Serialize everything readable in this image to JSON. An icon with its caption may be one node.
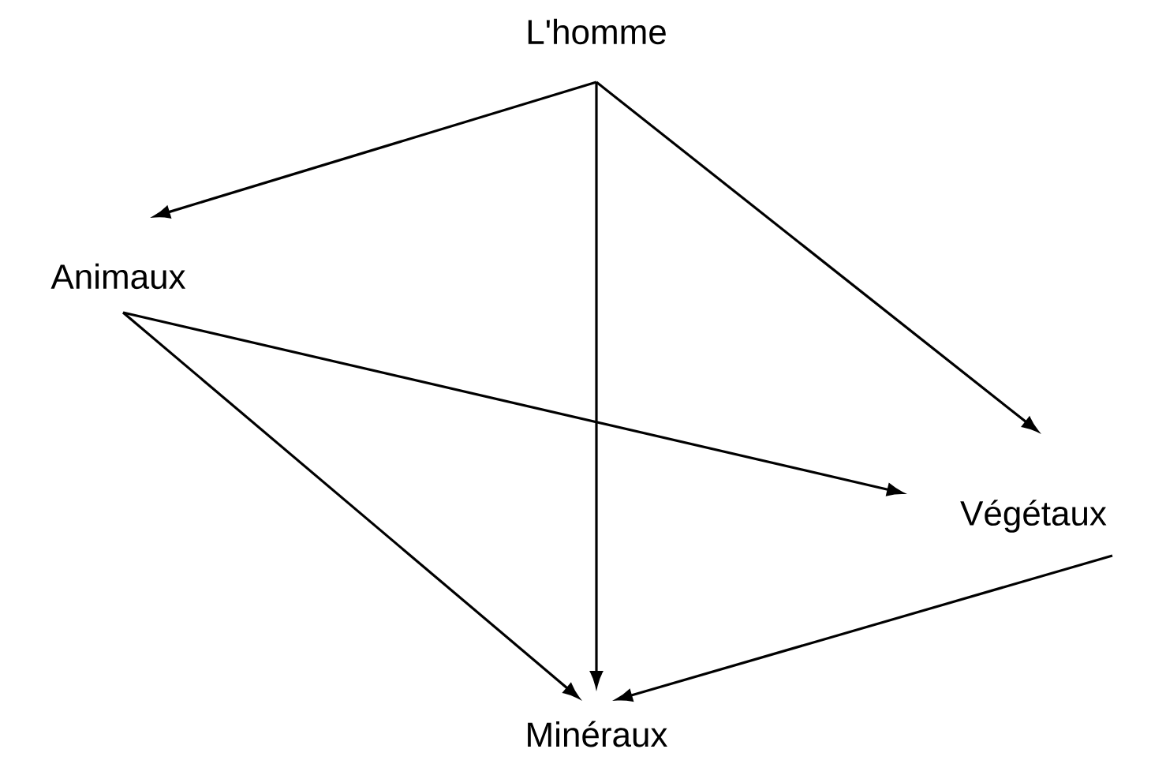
{
  "diagram": {
    "nodes": [
      {
        "text": [
          "L'homme"
        ]
      },
      {
        "text": [
          "Animaux"
        ]
      },
      {
        "text": [
          "Végétaux"
        ]
      },
      {
        "text": [
          "Minéraux"
        ]
      }
    ],
    "edges": [
      {
        "from": 0,
        "to": 1,
        "arrow": "to"
      },
      {
        "from": 0,
        "to": 3,
        "arrow": "to"
      },
      {
        "from": 0,
        "to": 2,
        "arrow": "to"
      },
      {
        "from": 1,
        "to": 2,
        "arrow": "to"
      },
      {
        "from": 1,
        "to": 3,
        "arrow": "to"
      },
      {
        "from": 2,
        "to": 3,
        "arrow": "to"
      }
    ]
  }
}
